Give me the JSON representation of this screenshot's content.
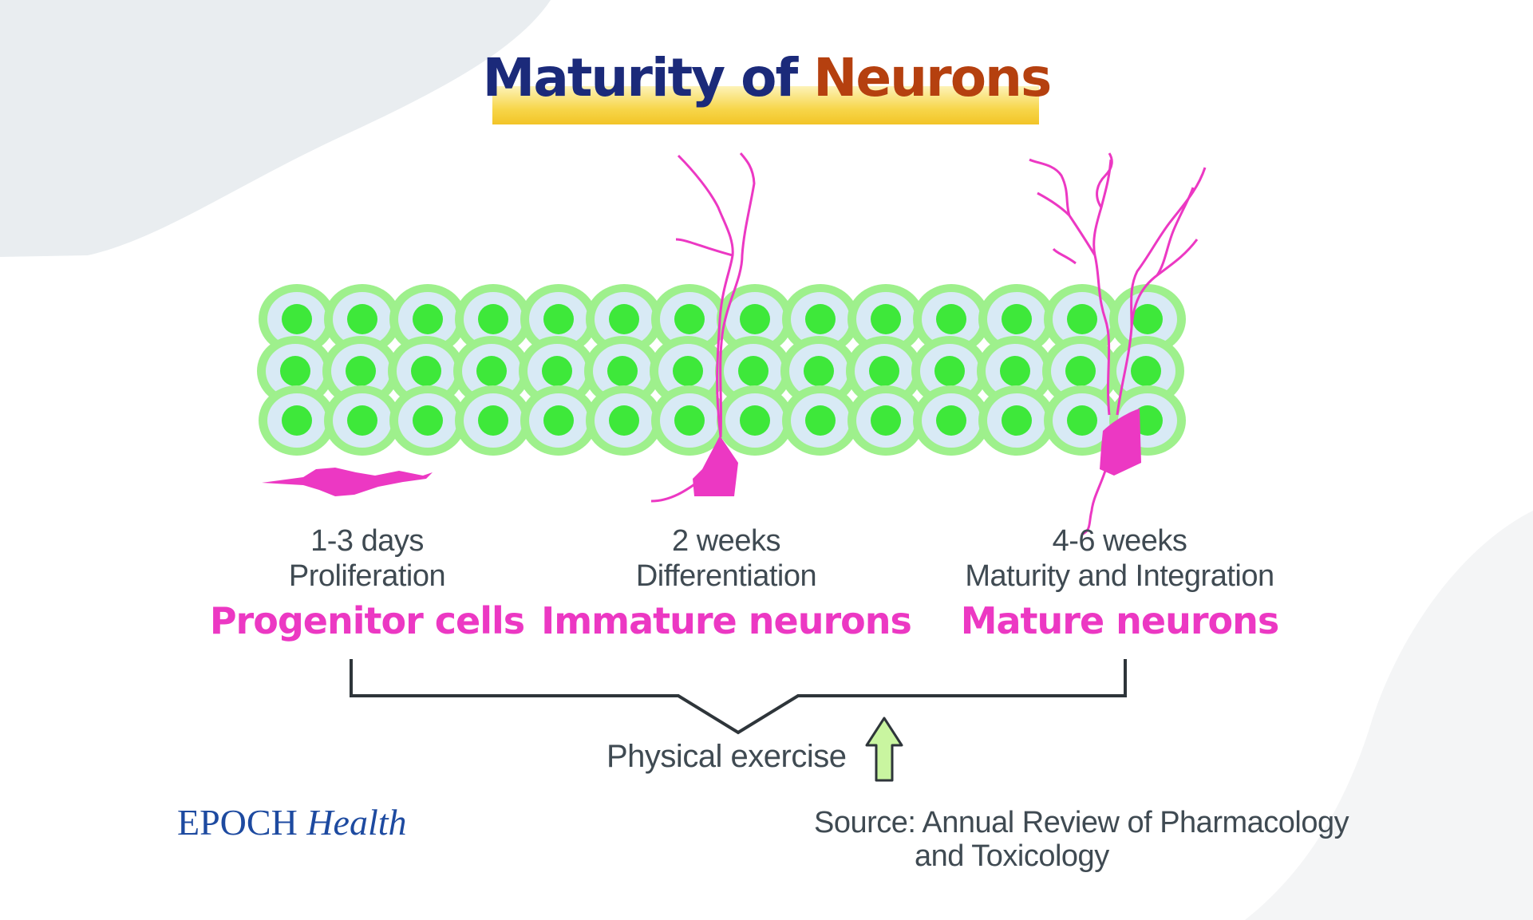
{
  "title": {
    "part1": "Maturity of",
    "part2": "Neurons"
  },
  "stages": [
    {
      "time": "1-3 days",
      "process": "Proliferation",
      "label": "Progenitor cells"
    },
    {
      "time": "2 weeks",
      "process": "Differentiation",
      "label": "Immature neurons"
    },
    {
      "time": "4-6 weeks",
      "process": "Maturity and Integration",
      "label": "Mature neurons"
    }
  ],
  "exercise_label": "Physical exercise",
  "logo": {
    "brand": "EPOCH",
    "suffix": "Health"
  },
  "source": {
    "line1": "Source: Annual Review of Pharmacology",
    "line2": "and Toxicology"
  },
  "colors": {
    "title_dark": "#1b2a7a",
    "title_accent": "#b5400f",
    "neuron": "#ec38c3",
    "cell_outer": "#9ef08c",
    "cell_inner": "#d8eaf5",
    "nucleus": "#3ee83a",
    "arrow": "#c9f5a0"
  }
}
